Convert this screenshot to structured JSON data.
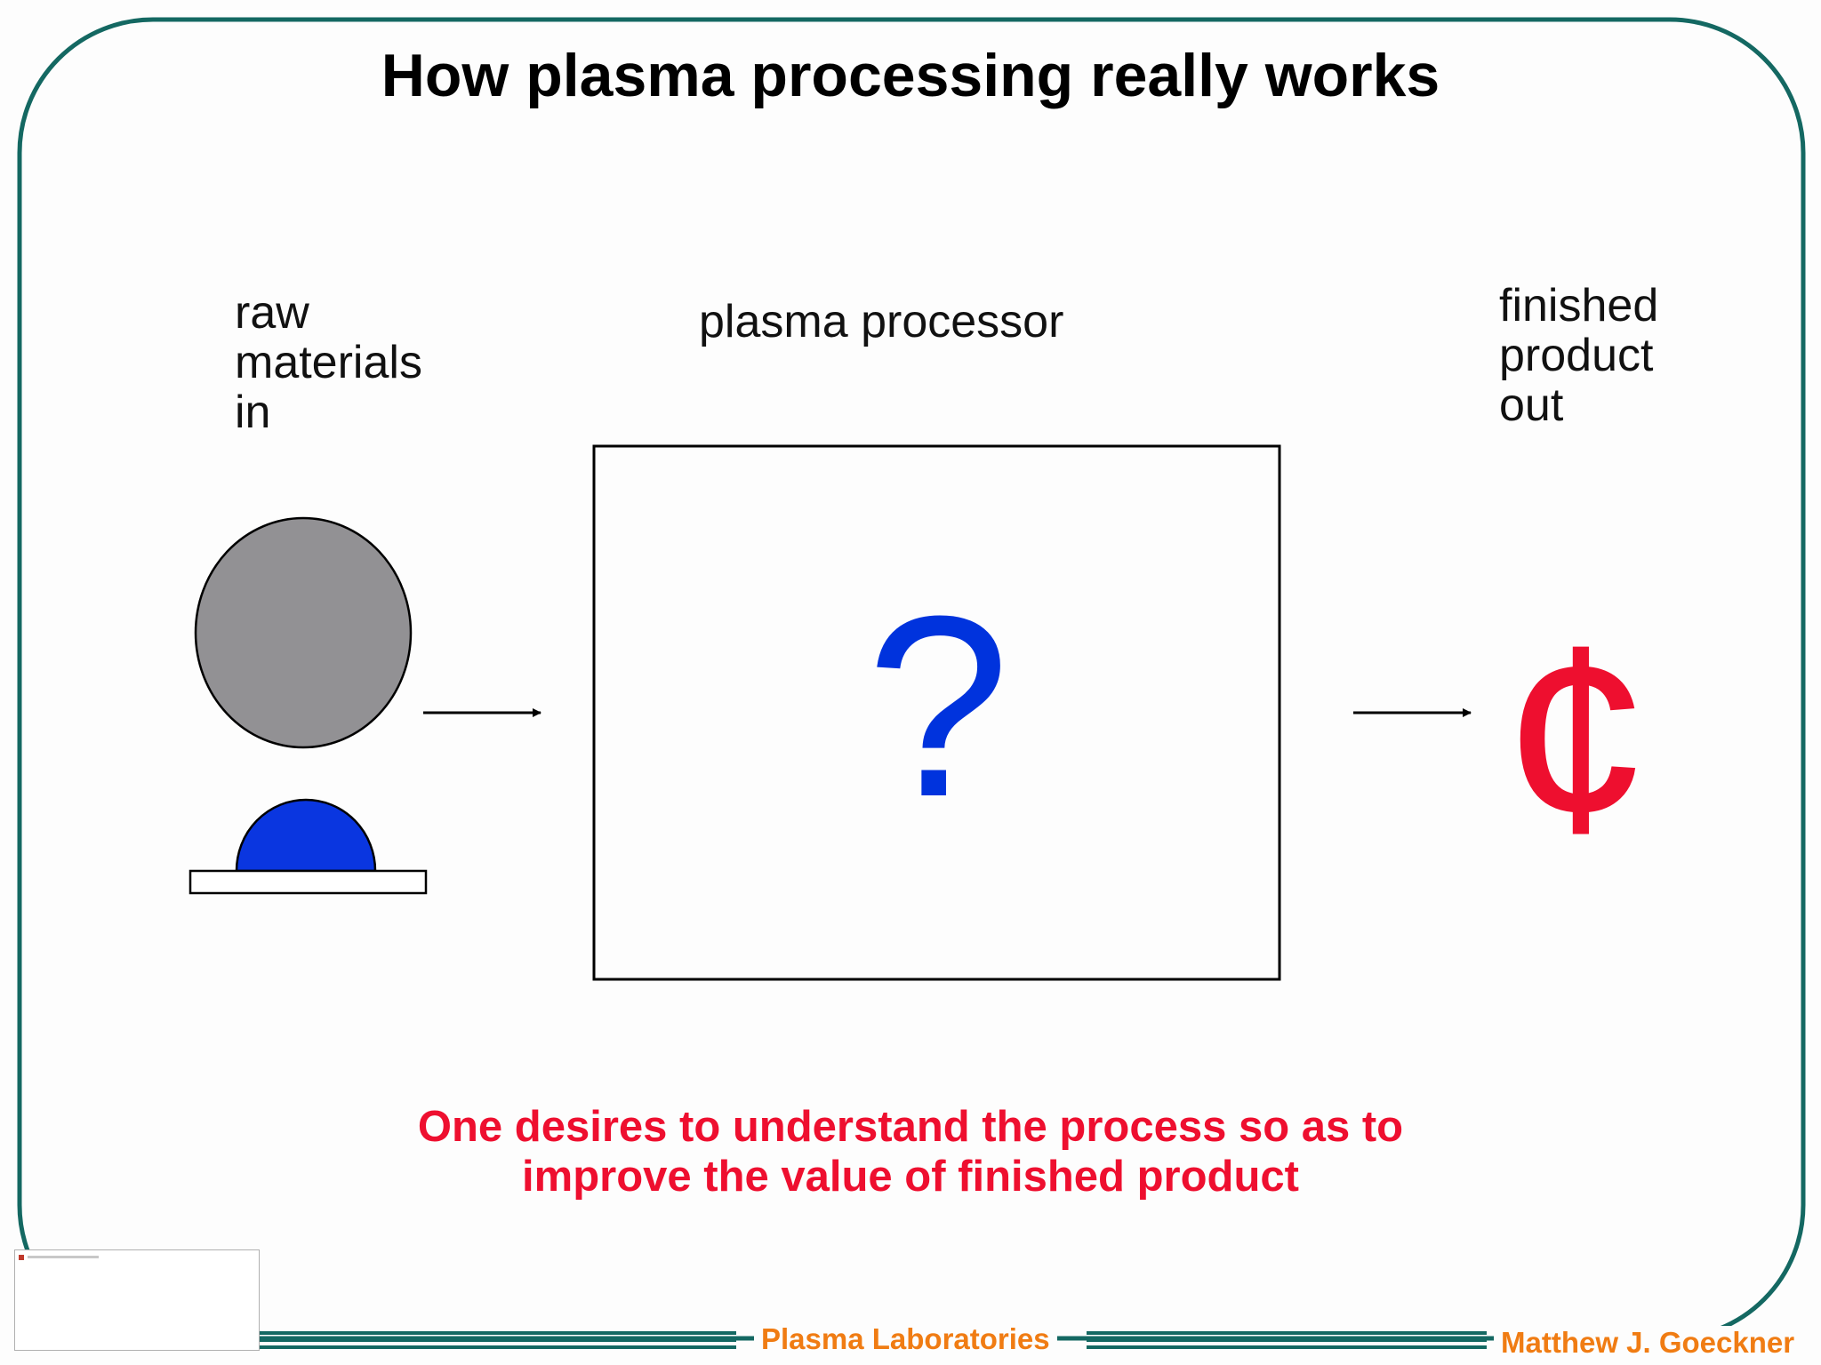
{
  "slide": {
    "title": "How plasma processing really works",
    "input_label": [
      "raw",
      "materials",
      "in"
    ],
    "processor_label": "plasma processor",
    "processor_symbol": "?",
    "output_label": [
      "finished",
      "product",
      "out"
    ],
    "output_symbol": "¢",
    "message": [
      "One desires to understand the process so as to",
      "improve the value of finished product"
    ]
  },
  "footer": {
    "lab_name": "Plasma Laboratories",
    "author": "Matthew J. Goeckner"
  },
  "colors": {
    "frame": "#146862",
    "accent_red": "#ee0f2f",
    "accent_blue": "#0033dd",
    "footer_orange": "#f07c13",
    "wafer_gray": "#929194"
  }
}
